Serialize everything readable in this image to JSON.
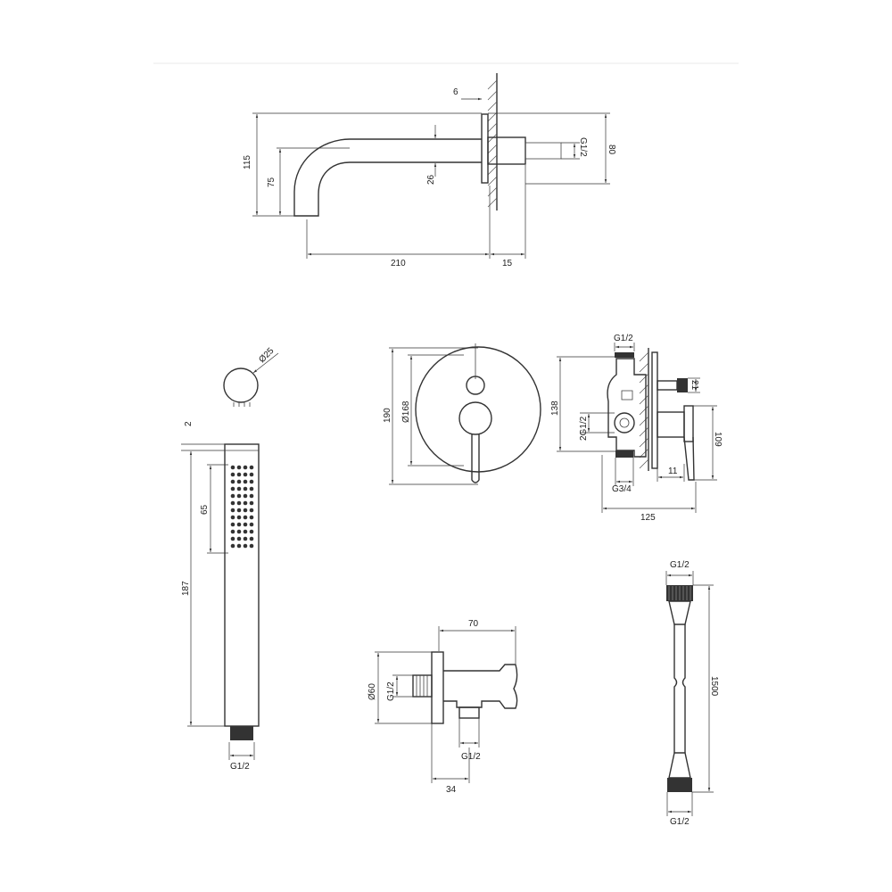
{
  "spout": {
    "dim_wall_gap": "6",
    "dim_height_total": "115",
    "dim_height_inner": "75",
    "dim_pipe": "26",
    "dim_thread": "G1/2",
    "dim_flange": "80",
    "dim_length": "210",
    "dim_depth": "15"
  },
  "hand_shower": {
    "dim_diameter": "Ø25",
    "dim_head_gap": "2",
    "dim_spray_length": "65",
    "dim_total_length": "187",
    "dim_thread": "G1/2"
  },
  "mixer_front": {
    "dim_plate_outer": "190",
    "dim_plate_inner": "Ø168"
  },
  "mixer_side": {
    "dim_top_thread": "G1/2",
    "dim_height": "138",
    "dim_side_thread": "2G1/2",
    "dim_handle_offset": "21",
    "dim_plate_height": "109",
    "dim_wall_offset": "11",
    "dim_bottom_thread": "G3/4",
    "dim_depth": "125"
  },
  "wall_outlet": {
    "dim_length": "70",
    "dim_diameter": "Ø60",
    "dim_inlet_thread": "G1/2",
    "dim_outlet_thread": "G1/2",
    "dim_depth": "34"
  },
  "hose": {
    "dim_top_thread": "G1/2",
    "dim_length": "1500",
    "dim_bottom_thread": "G1/2"
  }
}
